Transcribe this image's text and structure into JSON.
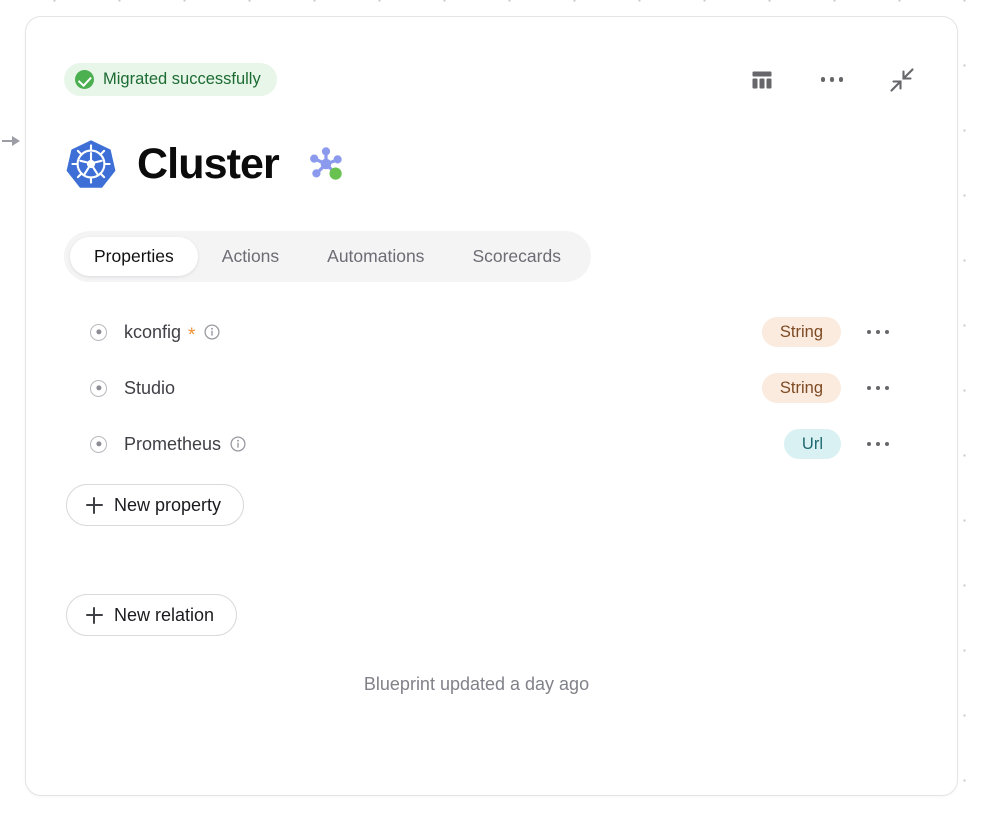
{
  "canvas": {
    "expand_arrow_icon": "arrow-right-icon"
  },
  "panel": {
    "status": {
      "icon": "check-circle-icon",
      "label": "Migrated successfully",
      "bg_color": "#e7f6e9",
      "text_color": "#1d6b33",
      "icon_color": "#4caf50"
    },
    "actions": [
      {
        "name": "table-view-icon",
        "label": "Table view"
      },
      {
        "name": "more-options-icon",
        "label": "More options"
      },
      {
        "name": "collapse-icon",
        "label": "Collapse"
      }
    ],
    "header": {
      "logo_icon": "kubernetes-logo-icon",
      "title": "Cluster",
      "graph_icon": "cluster-graph-icon",
      "graph_icon_color": "#8c9aee",
      "graph_status_color": "#69c150"
    },
    "tabs": [
      {
        "label": "Properties",
        "active": true
      },
      {
        "label": "Actions",
        "active": false
      },
      {
        "label": "Automations",
        "active": false
      },
      {
        "label": "Scorecards",
        "active": false
      }
    ],
    "properties": [
      {
        "handle_icon": "drag-handle-dot-icon",
        "name": "kconfig",
        "required": true,
        "required_marker": "*",
        "has_info": true,
        "type": "String",
        "type_style": "string",
        "menu_icon": "row-more-icon"
      },
      {
        "handle_icon": "drag-handle-dot-icon",
        "name": "Studio",
        "required": false,
        "required_marker": "",
        "has_info": false,
        "type": "String",
        "type_style": "string",
        "menu_icon": "row-more-icon"
      },
      {
        "handle_icon": "drag-handle-dot-icon",
        "name": "Prometheus",
        "required": false,
        "required_marker": "",
        "has_info": true,
        "type": "Url",
        "type_style": "url",
        "menu_icon": "row-more-icon"
      }
    ],
    "buttons": {
      "new_property": "New property",
      "new_relation": "New relation"
    },
    "footer_note": "Blueprint updated a day ago",
    "colors": {
      "badge_string_bg": "#fbeade",
      "badge_string_text": "#7c4a23",
      "badge_url_bg": "#d9f1f2",
      "badge_url_text": "#1f6a70",
      "required_star": "#ef9136"
    }
  }
}
